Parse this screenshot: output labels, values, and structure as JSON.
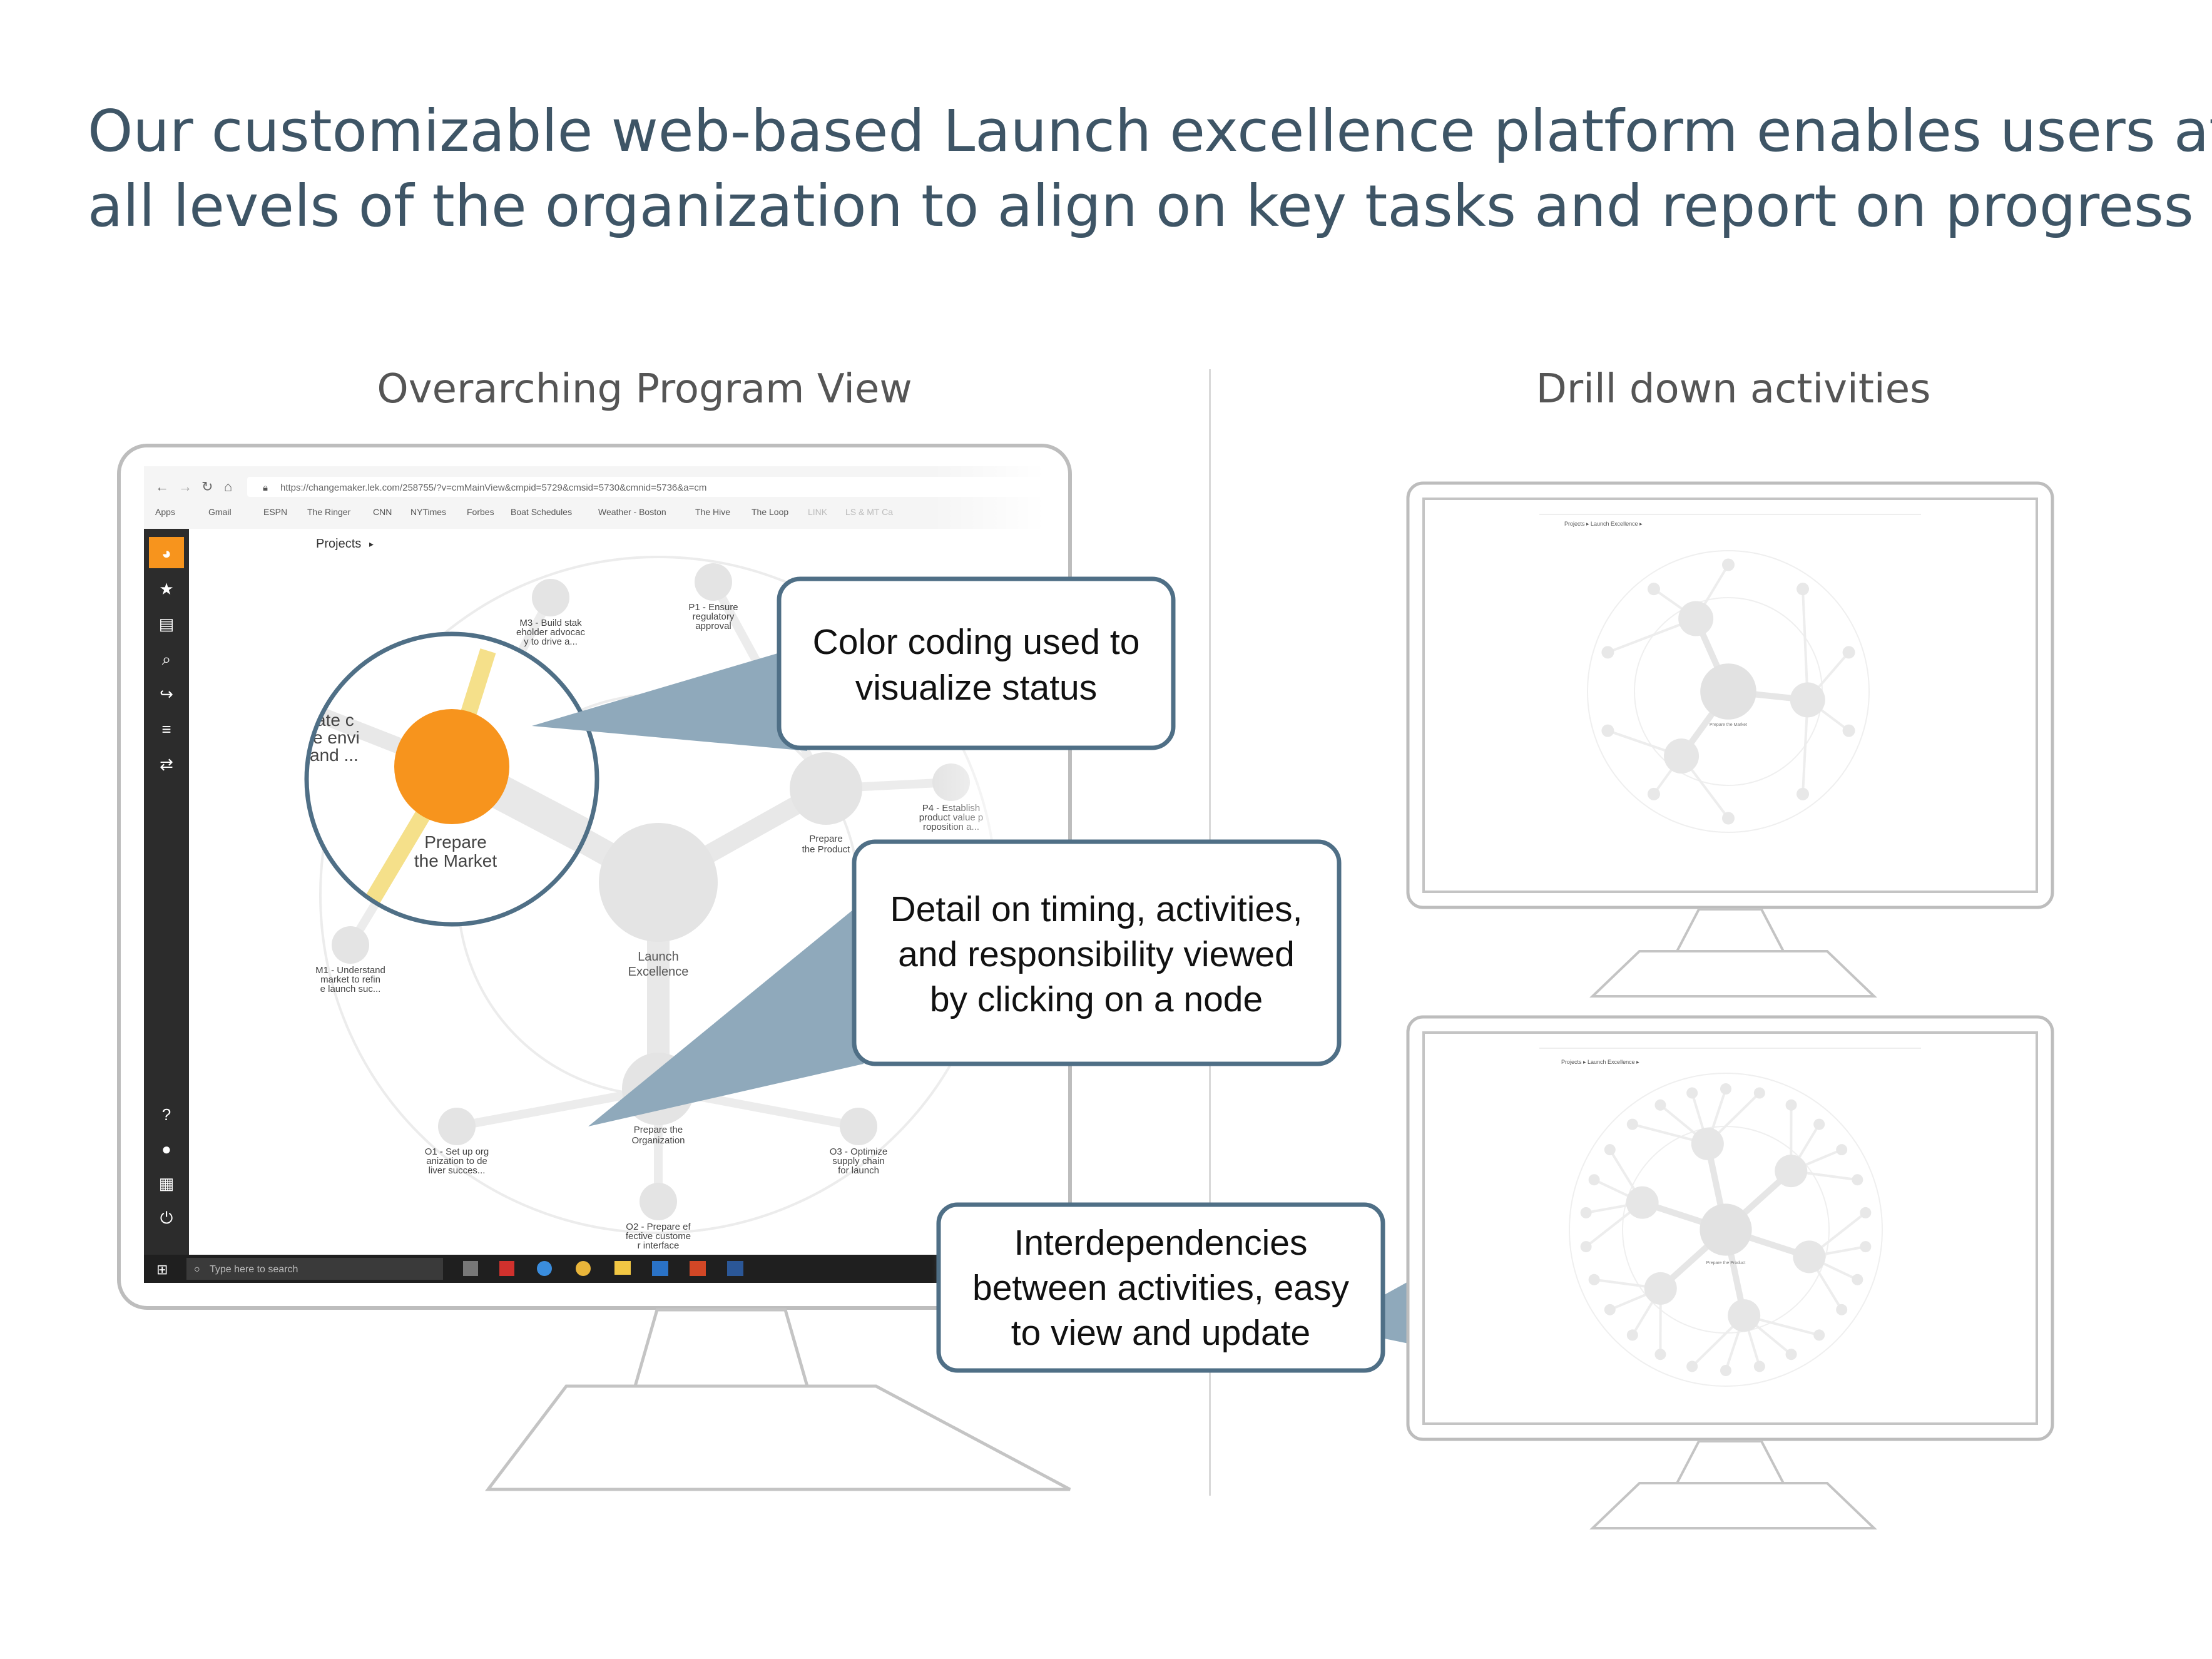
{
  "heading": {
    "line1": "Our customizable web-based Launch excellence platform enables users at",
    "line2": "all levels of the organization to align on key tasks and report on progress"
  },
  "sections": {
    "left_label": "Overarching Program View",
    "right_label": "Drill down activities"
  },
  "browser": {
    "url": "https://changemaker.lek.com/258755/?v=cmMainView&cmpid=5729&cmsid=5730&cmnid=5736&a=cm",
    "bookmarks": [
      "Apps",
      "Gmail",
      "ESPN",
      "The Ringer",
      "CNN",
      "NYTimes",
      "Forbes",
      "Boat Schedules",
      "Weather - Boston",
      "The Hive",
      "The Loop",
      "LINK",
      "LS & MT Ca"
    ]
  },
  "app": {
    "breadcrumb": "Projects",
    "breadcrumb_arrow": "▸",
    "sidebar_icons": [
      "pie-chart-icon",
      "star-icon",
      "document-icon",
      "search-icon",
      "share-icon",
      "list-icon",
      "swap-icon",
      "help-icon",
      "user-icon",
      "grid-icon",
      "power-icon"
    ],
    "nodes": {
      "center": "Launch Excellence",
      "hub_market": "Prepare the Market",
      "hub_product": "Prepare the Product",
      "hub_org": "Prepare the Organization",
      "m3": "M3 - Build stak eholder advocac y to drive a...",
      "p1": "P1 - Ensure regulatory approval",
      "p4": "P4 - Establish product value p roposition a...",
      "m1": "M1 - Understand market to refin e launch suc...",
      "o1": "O1 - Set up org anization to de liver succes...",
      "o3": "O3 - Optimize supply chain for launch",
      "o2": "O2 - Prepare ef fective custome r interface",
      "zoom_partial": "ate c e envi and ..."
    }
  },
  "taskbar": {
    "search_placeholder": "Type here to search"
  },
  "callouts": {
    "color_coding": [
      "Color coding used to",
      "visualize status"
    ],
    "detail": [
      "Detail on timing, activities,",
      "and responsibility viewed",
      "by clicking on a node"
    ],
    "interdependencies": [
      "Interdependencies",
      "between activities, easy",
      "to view and update"
    ]
  },
  "drilldown_top": {
    "breadcrumb": "Projects ▸ Launch Excellence ▸",
    "center": "Prepare the Market"
  },
  "drilldown_bottom": {
    "breadcrumb": "Projects ▸ Launch Excellence ▸",
    "center": "Prepare the Product"
  },
  "colors": {
    "status_orange": "#f7941d",
    "status_yellow": "#f5e08a",
    "callout_border": "#4f6f86",
    "callout_fill": "#8fa9bb",
    "node_gray": "#e4e4e4"
  }
}
